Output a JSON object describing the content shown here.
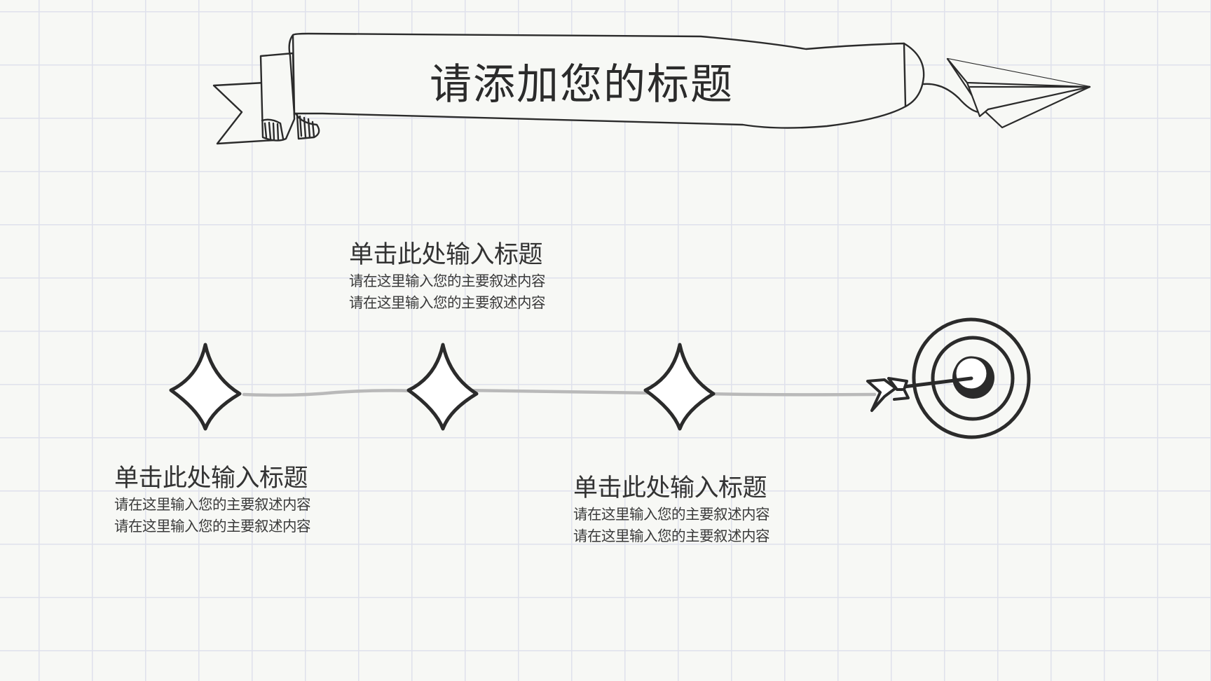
{
  "slide": {
    "title": "请添加您的标题"
  },
  "timeline": {
    "items": [
      {
        "heading": "单击此处输入标题",
        "lines": [
          "请在这里输入您的主要叙述内容",
          "请在这里输入您的主要叙述内容"
        ]
      },
      {
        "heading": "单击此处输入标题",
        "lines": [
          "请在这里输入您的主要叙述内容",
          "请在这里输入您的主要叙述内容"
        ]
      },
      {
        "heading": "单击此处输入标题",
        "lines": [
          "请在这里输入您的主要叙述内容",
          "请在这里输入您的主要叙述内容"
        ]
      }
    ]
  },
  "icons": {
    "banner": "ribbon-banner-icon",
    "plane": "paper-plane-icon",
    "marker": "four-point-star-icon",
    "goal": "target-with-arrow-icon"
  },
  "colors": {
    "ink": "#2b2b2b",
    "connector": "#b9b9b9",
    "grid": "#dfe1ec",
    "background": "#f7f8f5"
  }
}
